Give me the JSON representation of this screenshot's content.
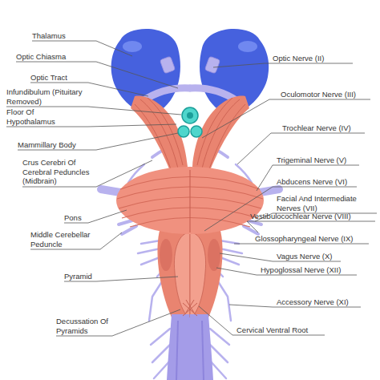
{
  "diagram": {
    "labels": [
      "Thalamus",
      "Optic Chiasma",
      "Optic Tract",
      "Infundibulum (Pituitary Removed)",
      "Floor Of Hypothalamus",
      "Mammillary Body",
      "Crus Cerebri Of Cerebral Peduncles (Midbrain)",
      "Pons",
      "Middle Cerebellar Peduncle",
      "Pyramid",
      "Decussation Of Pyramids",
      "Optic Nerve (II)",
      "Oculomotor Nerve (III)",
      "Trochlear Nerve (IV)",
      "Trigeminal Nerve (V)",
      "Abducens Nerve (VI)",
      "Facial And Intermediate Nerves (VII)",
      "Vestibulocochlear Nerve (VIII)",
      "Glossopharyngeal Nerve (IX)",
      "Vagus Nerve (X)",
      "Hypoglossal Nerve (XII)",
      "Accessory Nerve (XI)",
      "Cervical Ventral Root"
    ]
  }
}
